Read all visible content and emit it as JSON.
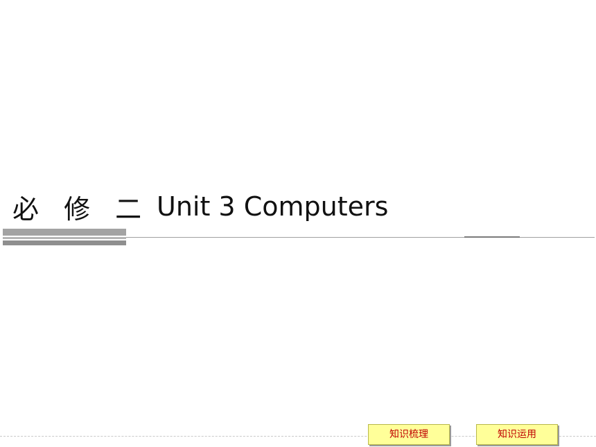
{
  "slide": {
    "book_label": "必 修 二",
    "unit_title": "Unit 3  Computers"
  },
  "nav": {
    "buttons": [
      {
        "label": "知识梳理"
      },
      {
        "label": "知识运用"
      }
    ]
  },
  "colors": {
    "button_bg": "#ffff99",
    "button_text": "#c00000",
    "bar_gray": "#9a9a9a"
  }
}
